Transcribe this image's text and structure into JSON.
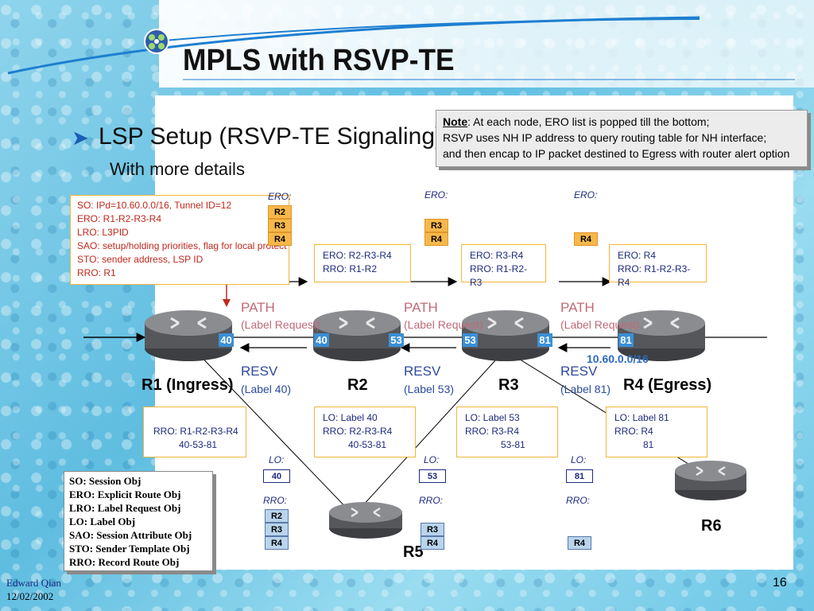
{
  "title": "MPLS with RSVP-TE",
  "bullet": "LSP Setup (RSVP-TE Signaling)",
  "subbullet": "With more details",
  "note": {
    "label": "Note",
    "line1": ": At each node, ERO list is popped till the bottom;",
    "line2": "RSVP uses NH IP address to query routing table for NH interface;",
    "line3": "and then encap to IP packet destined to Egress with router alert option"
  },
  "so_box": {
    "line1": "SO: IPd=10.60.0.0/16, Tunnel ID=12",
    "line2": "ERO: R1-R2-R3-R4",
    "line3": "LRO: L3PID",
    "line4": "SAO: setup/holding priorities, flag for local protect",
    "line5": "STO: sender address, LSP ID",
    "line6": "RRO: R1"
  },
  "ero_label": "ERO:",
  "ero_stacks": [
    [
      "R2",
      "R3",
      "R4"
    ],
    [
      "R3",
      "R4"
    ],
    [
      "R4"
    ]
  ],
  "path_boxes": [
    {
      "ero": "ERO: R2-R3-R4",
      "rro": "RRO: R1-R2"
    },
    {
      "ero": "ERO: R3-R4",
      "rro": "RRO: R1-R2-R3"
    },
    {
      "ero": "ERO: R4",
      "rro": "RRO: R1-R2-R3-R4"
    }
  ],
  "path_label": "PATH",
  "path_sub": "(Label Request)",
  "resv_label": "RESV",
  "resv_subs": [
    "(Label 40)",
    "(Label 53)",
    "(Label 81)"
  ],
  "routers": {
    "r1": "R1 (Ingress)",
    "r2": "R2",
    "r3": "R3",
    "r4": "R4 (Egress)",
    "r5": "R5",
    "r6": "R6"
  },
  "ports": [
    "40",
    "40",
    "53",
    "53",
    "81",
    "81"
  ],
  "prefix": "10.60.0.0/16",
  "resv_boxes": [
    {
      "lo": "",
      "rro": "RRO: R1-R2-R3-R4",
      "labels": "40-53-81"
    },
    {
      "lo": "LO: Label 40",
      "rro": "RRO: R2-R3-R4",
      "labels": "40-53-81"
    },
    {
      "lo": "LO: Label 53",
      "rro": "RRO: R3-R4",
      "labels": "53-81"
    },
    {
      "lo": "LO: Label 81",
      "rro": "RRO: R4",
      "labels": "81"
    }
  ],
  "lo_label": "LO:",
  "rro_label": "RRO:",
  "lo_values": [
    "40",
    "53",
    "81"
  ],
  "rro_stacks": [
    [
      "R2",
      "R3",
      "R4"
    ],
    [
      "R3",
      "R4"
    ],
    [
      "R4"
    ]
  ],
  "legend": [
    "SO: Session Obj",
    "ERO: Explicit Route Obj",
    "LRO: Label Request Obj",
    "LO: Label Obj",
    "SAO: Session Attribute Obj",
    "STO: Sender Template Obj",
    "RRO: Record Route Obj"
  ],
  "author": "Edward Qian",
  "date": "12/02/2002",
  "page_number": "16",
  "colors": {
    "ero_cell": "#f7b84a",
    "rro_cell": "#b9d4ec",
    "port": "#3a8fd6",
    "path_text": "#c06a78",
    "resv_text": "#2d4a9e"
  }
}
